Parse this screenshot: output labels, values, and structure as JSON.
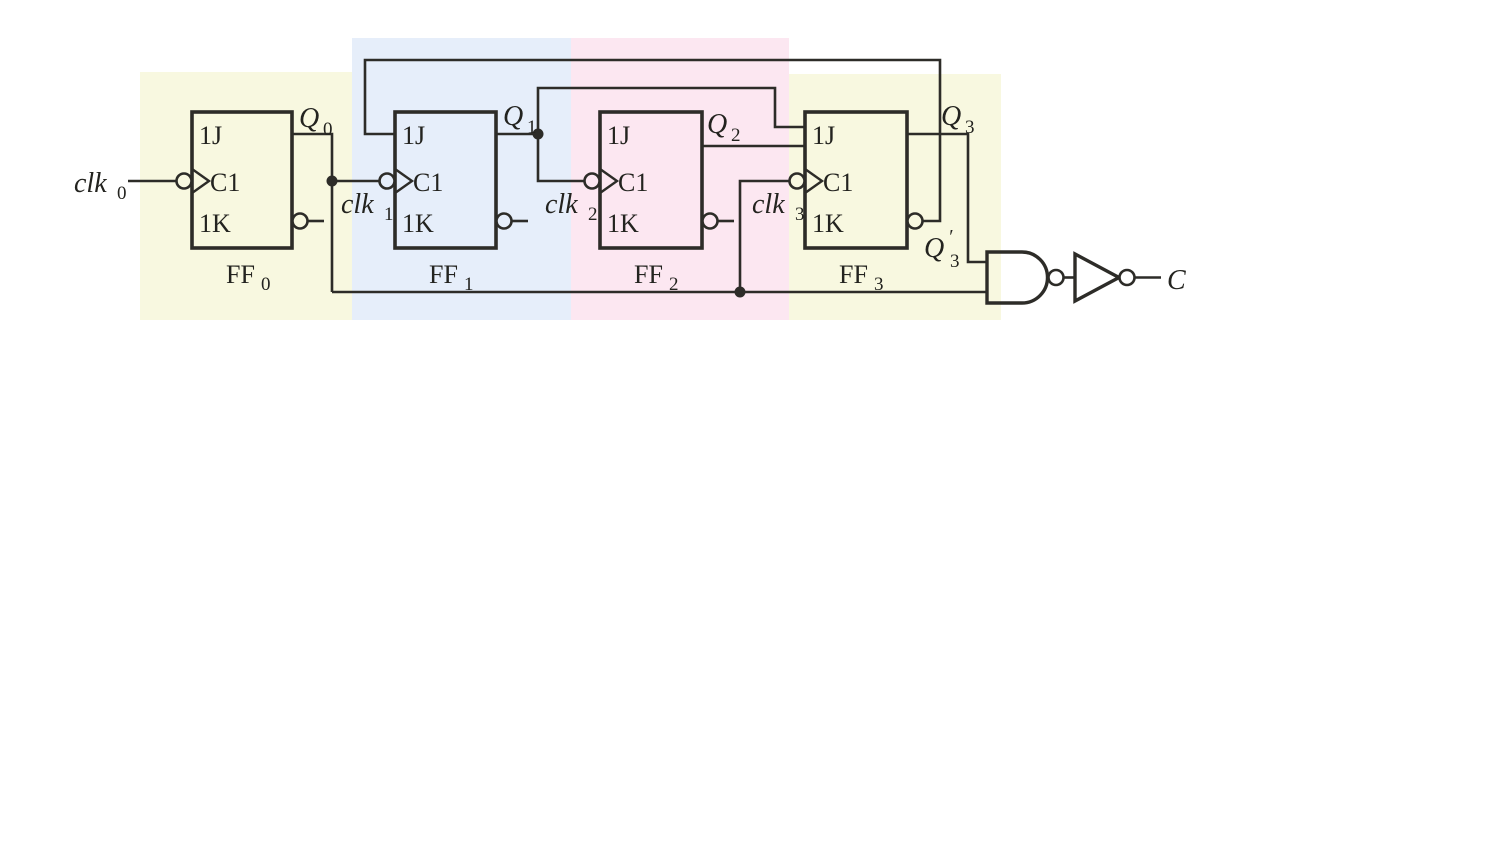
{
  "colors": {
    "band_yellow": "#f8f8e0",
    "band_blue": "#e6eefa",
    "band_pink": "#fce7f1",
    "white": "#ffffff"
  },
  "flip_flops": [
    {
      "name": {
        "base": "FF",
        "sub": "0"
      },
      "j": "1J",
      "c": "C1",
      "k": "1K",
      "clk": {
        "base": "clk",
        "sub": "0"
      },
      "q": {
        "base": "Q",
        "sub": "0"
      }
    },
    {
      "name": {
        "base": "FF",
        "sub": "1"
      },
      "j": "1J",
      "c": "C1",
      "k": "1K",
      "clk": {
        "base": "clk",
        "sub": "1"
      },
      "q": {
        "base": "Q",
        "sub": "1"
      }
    },
    {
      "name": {
        "base": "FF",
        "sub": "2"
      },
      "j": "1J",
      "c": "C1",
      "k": "1K",
      "clk": {
        "base": "clk",
        "sub": "2"
      },
      "q": {
        "base": "Q",
        "sub": "2"
      }
    },
    {
      "name": {
        "base": "FF",
        "sub": "3"
      },
      "j": "1J",
      "c": "C1",
      "k": "1K",
      "clk": {
        "base": "clk",
        "sub": "3"
      },
      "q": {
        "base": "Q",
        "sub": "3"
      },
      "q_prime": {
        "base": "Q",
        "prime": "′",
        "sub": "3"
      }
    }
  ],
  "carry_output_label": "C"
}
